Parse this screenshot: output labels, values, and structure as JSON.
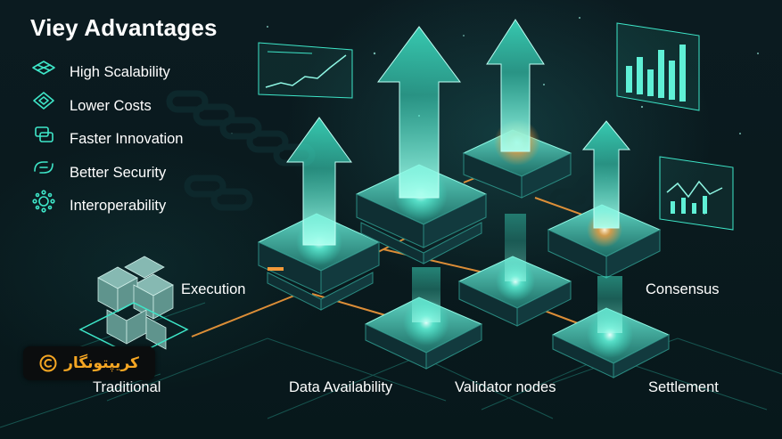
{
  "title": "Viey Advantages",
  "advantages": [
    {
      "label": "High Scalability",
      "icon": "scalability-icon"
    },
    {
      "label": "Lower Costs",
      "icon": "diamond-cost-icon"
    },
    {
      "label": "Faster Innovation",
      "icon": "innovation-icon"
    },
    {
      "label": "Better Security",
      "icon": "chain-link-icon"
    },
    {
      "label": "Interoperability",
      "icon": "network-nodes-icon"
    }
  ],
  "layers": {
    "execution": "Execution",
    "consensus": "Consensus",
    "traditional": "Traditional",
    "data_availability": "Data Availability",
    "validator_nodes": "Validator nodes",
    "settlement": "Settlement"
  },
  "brand": {
    "name": "کریپتونگار",
    "logo": "crypto-coin-logo"
  },
  "colors": {
    "accent": "#3ee6c8",
    "glow": "#f39a3a",
    "text": "#ffffff",
    "brand": "#f5a623"
  }
}
